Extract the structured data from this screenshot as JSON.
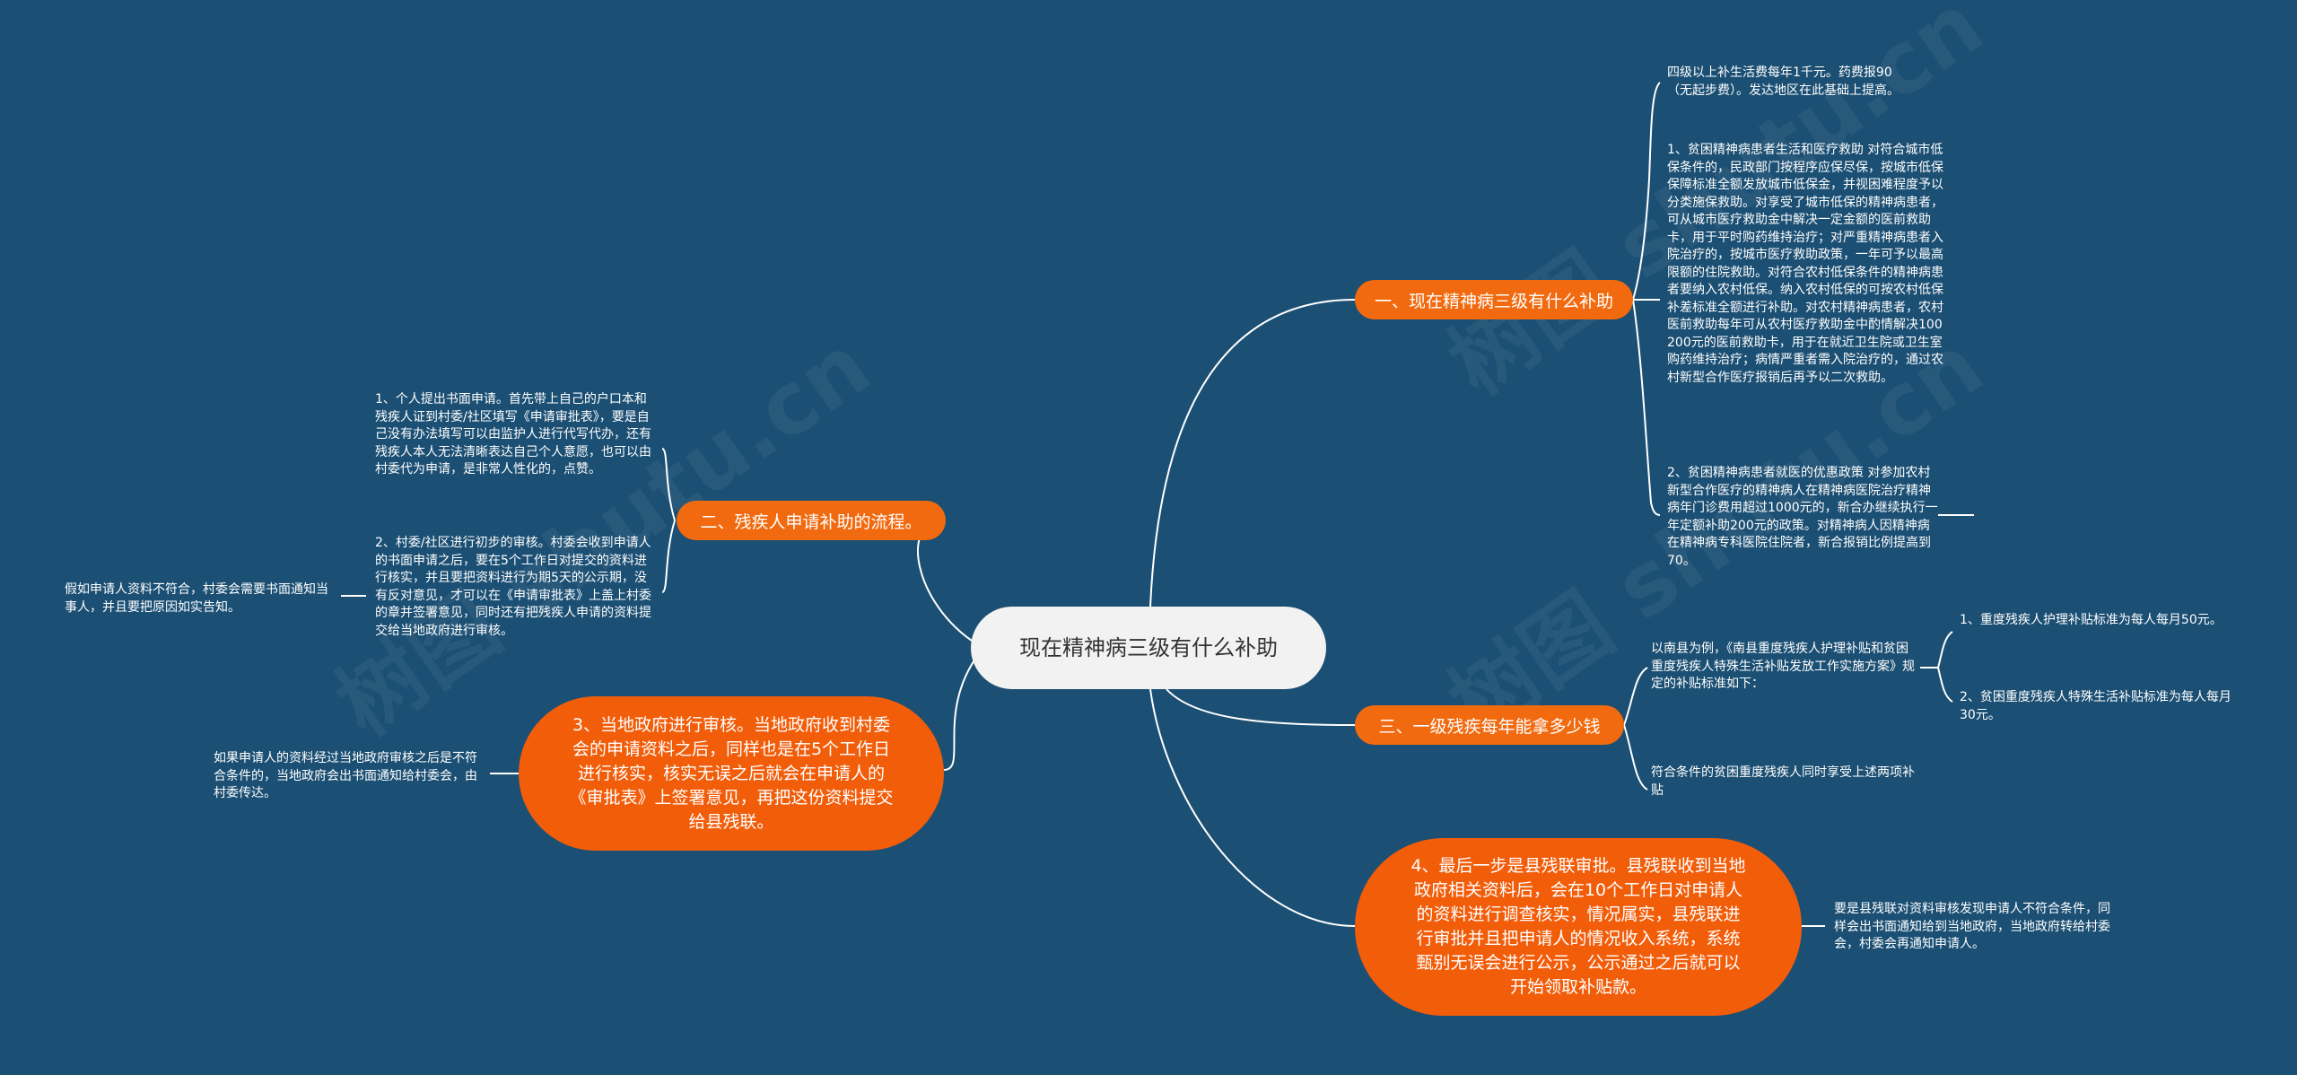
{
  "center": {
    "title": "现在精神病三级有什么补助"
  },
  "branches": {
    "b1": {
      "label": "一、现在精神病三级有什么补助",
      "leaves": [
        "四级以上补生活费每年1千元。药费报90（无起步费）。发达地区在此基础上提高。",
        "1、贫困精神病患者生活和医疗救助 对符合城市低保条件的，民政部门按程序应保尽保，按城市低保保障标准全额发放城市低保金，并视困难程度予以分类施保救助。对享受了城市低保的精神病患者，可从城市医疗救助金中解决一定金额的医前救助卡，用于平时购药维持治疗；对严重精神病患者入院治疗的，按城市医疗救助政策，一年可予以最高限额的住院救助。对符合农村低保条件的精神病患者要纳入农村低保。纳入农村低保的可按农村低保补差标准全额进行补助。对农村精神病患者，农村医前救助每年可从农村医疗救助金中酌情解决100200元的医前救助卡，用于在就近卫生院或卫生室购药维持治疗；病情严重者需入院治疗的，通过农村新型合作医疗报销后再予以二次救助。",
        "2、贫困精神病患者就医的优惠政策 对参加农村新型合作医疗的精神病人在精神病医院治疗精神病年门诊费用超过1000元的，新合办继续执行一年定额补助200元的政策。对精神病人因精神病在精神病专科医院住院者，新合报销比例提高到70。"
      ]
    },
    "b2": {
      "label": "二、残疾人申请补助的流程。",
      "leaves": [
        "1、个人提出书面申请。首先带上自己的户口本和残疾人证到村委/社区填写《申请审批表》，要是自己没有办法填写可以由监护人进行代写代办，还有残疾人本人无法清晰表达自己个人意愿，也可以由村委代为申请，是非常人性化的，点赞。",
        "2、村委/社区进行初步的审核。村委会收到申请人的书面申请之后，要在5个工作日对提交的资料进行核实，并且要把资料进行为期5天的公示期，没有反对意见，才可以在《申请审批表》上盖上村委的章并签署意见，同时还有把残疾人申请的资料提交给当地政府进行审核。"
      ],
      "subleaf": "假如申请人资料不符合，村委会需要书面通知当事人，并且要把原因如实告知。"
    },
    "b3": {
      "label": "3、当地政府进行审核。当地政府收到村委会的申请资料之后，同样也是在5个工作日进行核实，核实无误之后就会在申请人的《审批表》上签署意见，再把这份资料提交给县残联。",
      "leaf": "如果申请人的资料经过当地政府审核之后是不符合条件的，当地政府会出书面通知给村委会，由村委传达。"
    },
    "b4": {
      "label": "三、一级残疾每年能拿多少钱",
      "intro": "以南县为例，《南县重度残疾人护理补贴和贫困重度残疾人特殊生活补贴发放工作实施方案》规定的补贴标准如下：",
      "sub": [
        "1、重度残疾人护理补贴标准为每人每月50元。",
        "2、贫困重度残疾人特殊生活补贴标准为每人每月30元。"
      ],
      "note": "符合条件的贫困重度残疾人同时享受上述两项补贴"
    },
    "b5": {
      "label": "4、最后一步是县残联审批。县残联收到当地政府相关资料后，会在10个工作日对申请人的资料进行调查核实，情况属实，县残联进行审批并且把申请人的情况收入系统，系统甄别无误会进行公示，公示通过之后就可以开始领取补贴款。",
      "leaf": "要是县残联对资料审核发现申请人不符合条件，同样会出书面通知给到当地政府，当地政府转给村委会，村委会再通知申请人。"
    }
  },
  "watermarks": [
    "树图 shutu.cn",
    "树图 shutu.cn",
    "树图 shutu.cn"
  ],
  "colors": {
    "background": "#1b4f73",
    "branch": "#f26a0f",
    "center": "#f2f2f2",
    "line": "#ffffff"
  }
}
